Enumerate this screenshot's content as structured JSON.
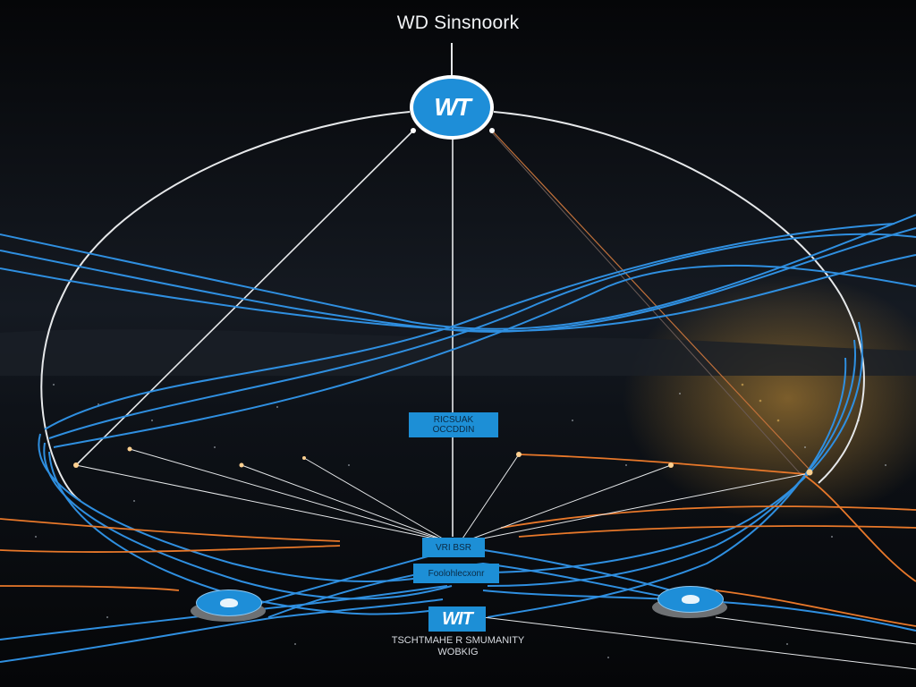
{
  "title": "WD Sinsnoork",
  "hub": {
    "label": "WT"
  },
  "boxes": {
    "box1_line1": "RICSUAK",
    "box1_line2": "OCCDDIN",
    "box2": "VRI BSR",
    "box3": "Foolohlecxonr",
    "box4": "WIT"
  },
  "caption": {
    "line1": "TSCHTMAHE R SMUMANITY",
    "line2": "WOBKIG"
  },
  "icons": {
    "hub": "logo-icon",
    "left_node": "router-node-icon",
    "right_node": "router-node-icon"
  },
  "colors": {
    "background": "#07090d",
    "accent": "#1e8ed8",
    "link_blue": "#2f8fe0",
    "link_orange": "#e8782a",
    "link_white": "#e6e8ea"
  }
}
